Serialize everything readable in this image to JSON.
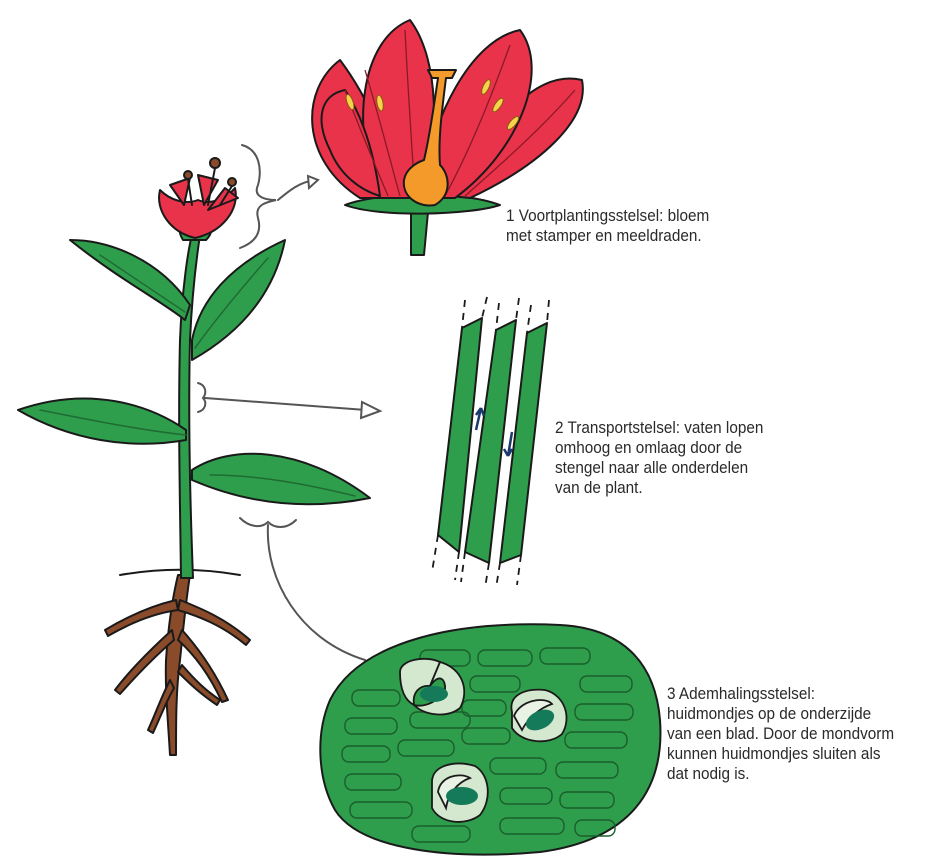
{
  "labels": {
    "reproduction": {
      "lines": [
        "1 Voortplantingsstelsel: bloem",
        "met stamper en meeldraden."
      ]
    },
    "transport": {
      "lines": [
        "2 Transportstelsel: vaten lopen",
        "omhoog en omlaag door de",
        "stengel naar alle onderdelen",
        "van de plant."
      ]
    },
    "respiration": {
      "lines": [
        "3 Ademhalingsstelsel:",
        "huidmondjes op de onderzijde",
        "van een blad. Door de mondvorm",
        "kunnen huidmondjes sluiten als",
        "dat nodig is."
      ]
    }
  },
  "colors": {
    "leaf_green": "#2f9e4c",
    "dark_green": "#1f6b33",
    "petal_red": "#e8334a",
    "pistil_orange": "#f39a2b",
    "root_brown": "#8a4b2b",
    "stoma_light": "#d4e8cf",
    "stoma_pore": "#147a5a"
  }
}
